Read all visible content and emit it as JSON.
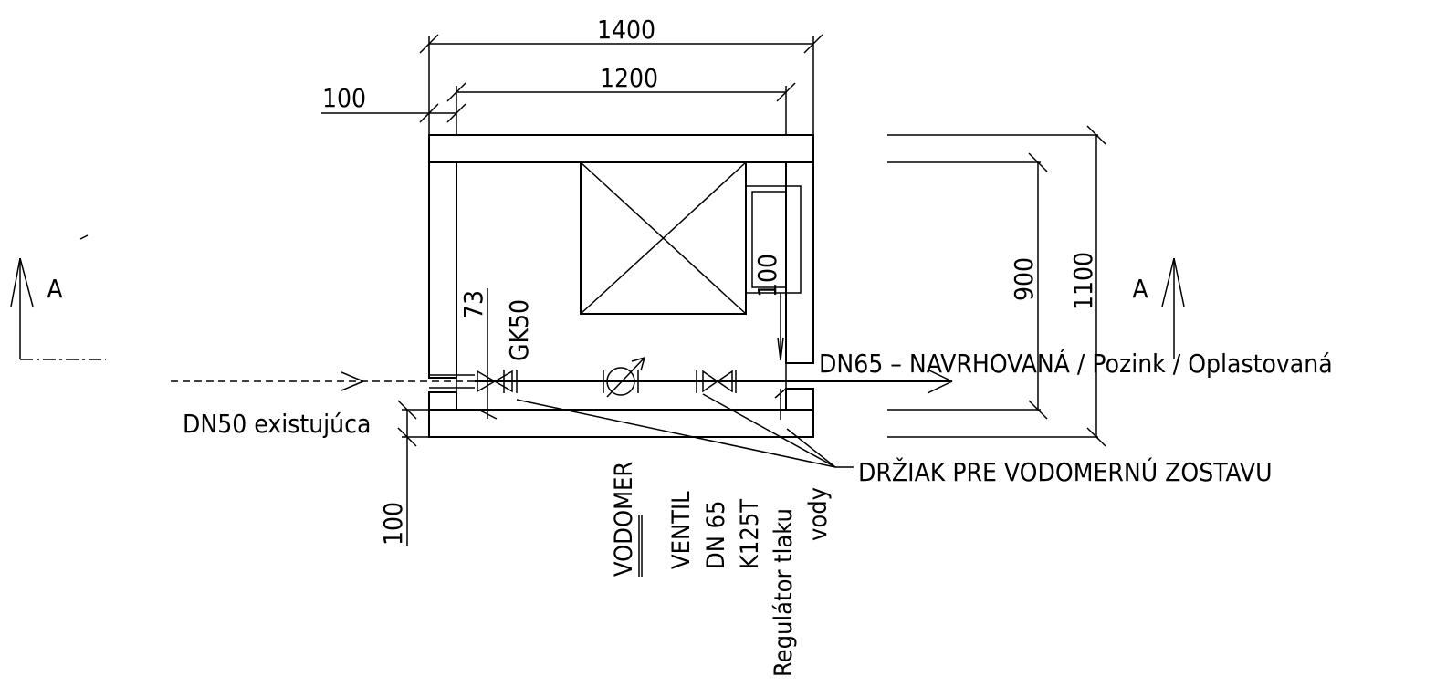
{
  "dimensions": {
    "outer_width": "1400",
    "inner_width": "1200",
    "wall_thickness_top": "100",
    "wall_thickness_bottom": "100",
    "inner_height": "900",
    "outer_height": "1100",
    "niche_depth": "100",
    "pipe_offset": "73"
  },
  "labels": {
    "section_marker": "A",
    "gk_label": "GK50",
    "inlet_pipe": "DN50 existujúca",
    "outlet_pipe": "DN65 – NAVRHOVANÁ / Pozink / Oplastovaná",
    "meter_holder": "DRŽIAK PRE VODOMERNÚ ZOSTAVU",
    "components": [
      "VODOMER",
      "VENTIL",
      "DN 65",
      "K125T",
      "Regulátor tlaku",
      "vody"
    ]
  },
  "colors": {
    "line": "#000000",
    "background": "#ffffff"
  }
}
